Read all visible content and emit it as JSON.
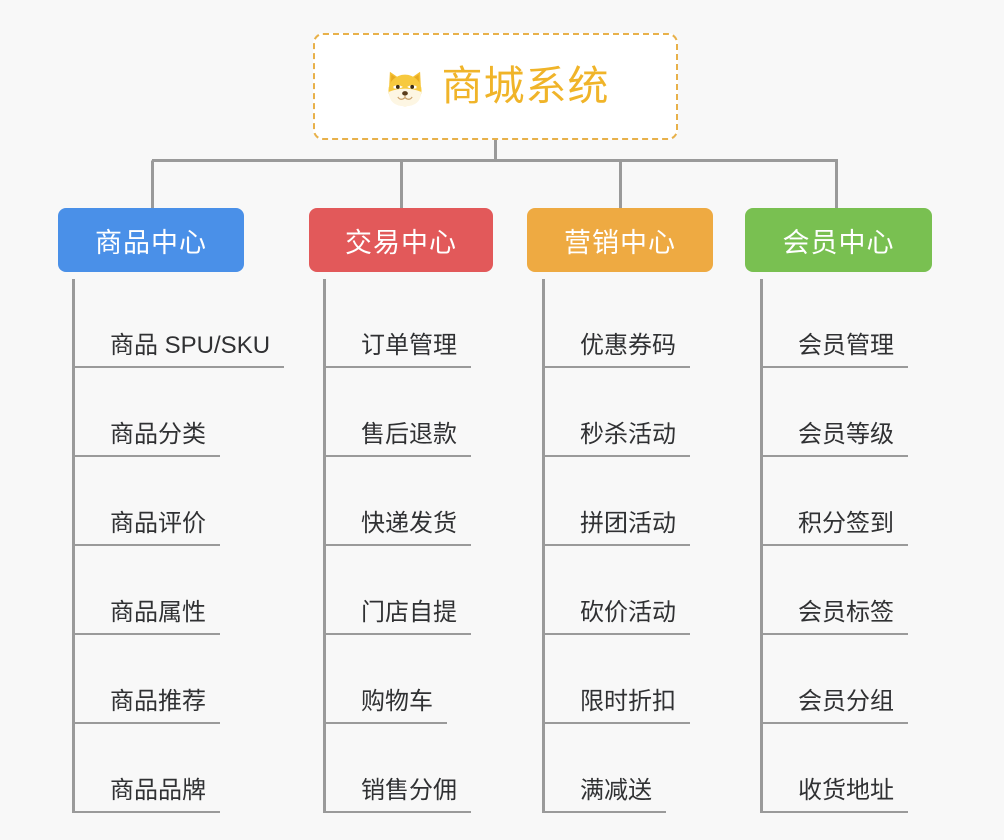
{
  "page": {
    "background_color": "#f8f8f8",
    "type": "mindmap"
  },
  "root": {
    "title": "商城系统",
    "icon": "shiba-dog-emoji",
    "border_color": "#e8b14a",
    "text_color": "#f0b429"
  },
  "branches": [
    {
      "label": "商品中心",
      "color": "#4a90e8",
      "items": [
        "商品 SPU/SKU",
        "商品分类",
        "商品评价",
        "商品属性",
        "商品推荐",
        "商品品牌"
      ]
    },
    {
      "label": "交易中心",
      "color": "#e2595a",
      "items": [
        "订单管理",
        "售后退款",
        "快递发货",
        "门店自提",
        "购物车",
        "销售分佣"
      ]
    },
    {
      "label": "营销中心",
      "color": "#eeaa42",
      "items": [
        "优惠券码",
        "秒杀活动",
        "拼团活动",
        "砍价活动",
        "限时折扣",
        "满减送"
      ]
    },
    {
      "label": "会员中心",
      "color": "#79c051",
      "items": [
        "会员管理",
        "会员等级",
        "积分签到",
        "会员标签",
        "会员分组",
        "收货地址"
      ]
    }
  ],
  "connector_color": "#9a9a9a"
}
